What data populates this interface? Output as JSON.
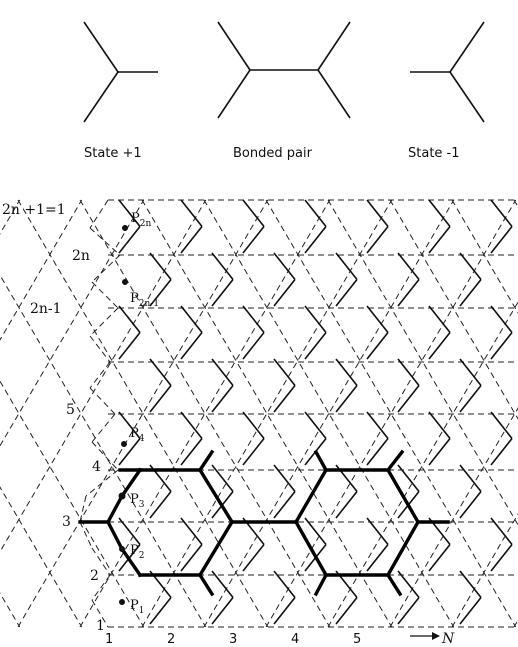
{
  "captions": {
    "state_plus": "State +1",
    "bonded_pair": "Bonded pair",
    "state_minus": "State -1"
  },
  "row_labels": {
    "top": "2n +1=1",
    "r2n": "2n",
    "r2n_minus_1": "2n-1",
    "r5": "5",
    "r4": "4",
    "r3": "3",
    "r2": "2",
    "r1": "1"
  },
  "points": {
    "p2n": {
      "main": "P",
      "sub": "2n"
    },
    "p2n_minus_1": {
      "main": "P",
      "sub": "2n-1"
    },
    "p4": {
      "main": "P",
      "sub": "4"
    },
    "p3": {
      "main": "P",
      "sub": "3"
    },
    "p2": {
      "main": "P",
      "sub": "2"
    },
    "p1": {
      "main": "P",
      "sub": "1"
    }
  },
  "column_labels": [
    "1",
    "2",
    "3",
    "4",
    "5"
  ],
  "axis_label": "N"
}
